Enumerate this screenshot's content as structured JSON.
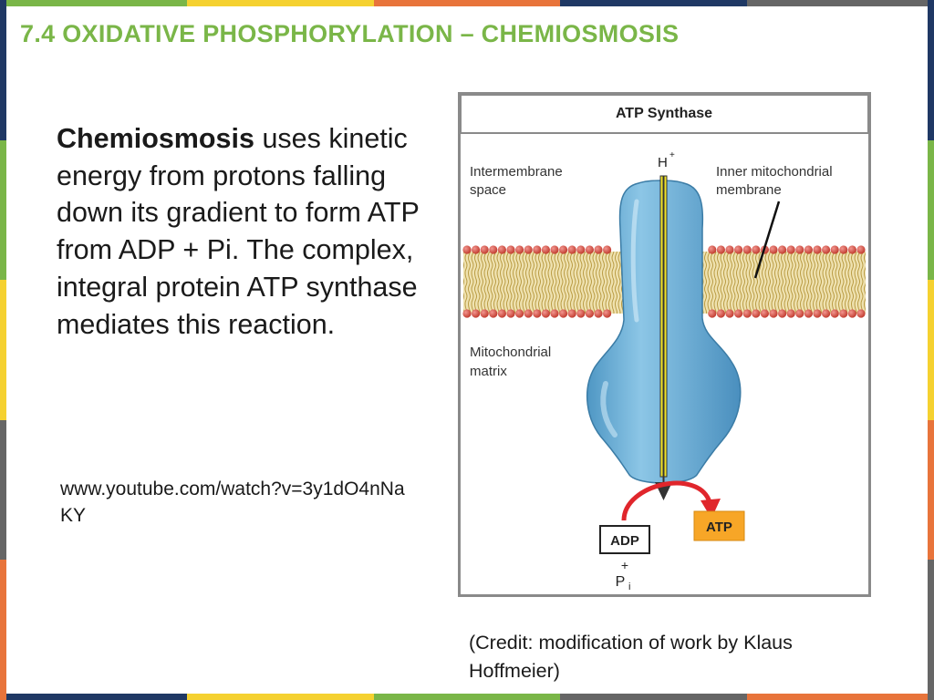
{
  "title": "7.4 OXIDATIVE PHOSPHORYLATION – CHEMIOSMOSIS",
  "body": {
    "bold_term": "Chemiosmosis",
    "text": " uses kinetic energy from protons falling down its gradient to form ATP from ADP + Pi. The complex, integral protein ATP synthase mediates this reaction."
  },
  "link": "www.youtube.com/watch?v=3y1dO4nNaKY",
  "credit": "(Credit: modification of work by Klaus Hoffmeier)",
  "figure": {
    "header": "ATP Synthase",
    "proton": "H",
    "proton_charge": "+",
    "label_intermembrane_1": "Intermembrane",
    "label_intermembrane_2": "space",
    "label_membrane_1": "Inner mitochondrial",
    "label_membrane_2": "membrane",
    "label_matrix_1": "Mitochondrial",
    "label_matrix_2": "matrix",
    "atp": "ATP",
    "adp": "ADP",
    "plus": "+",
    "pi": "P",
    "pi_sub": "i"
  },
  "colors": {
    "title_green": "#7ab648",
    "border_palette": [
      "#7ab648",
      "#f5d130",
      "#e8743b",
      "#1f3864",
      "#666666"
    ],
    "protein_blue": "#6aaed6",
    "lipid_head_red": "#d9534f",
    "arrow_red": "#e0262c",
    "atp_orange": "#f7a627",
    "channel_yellow": "#f2e52a"
  }
}
